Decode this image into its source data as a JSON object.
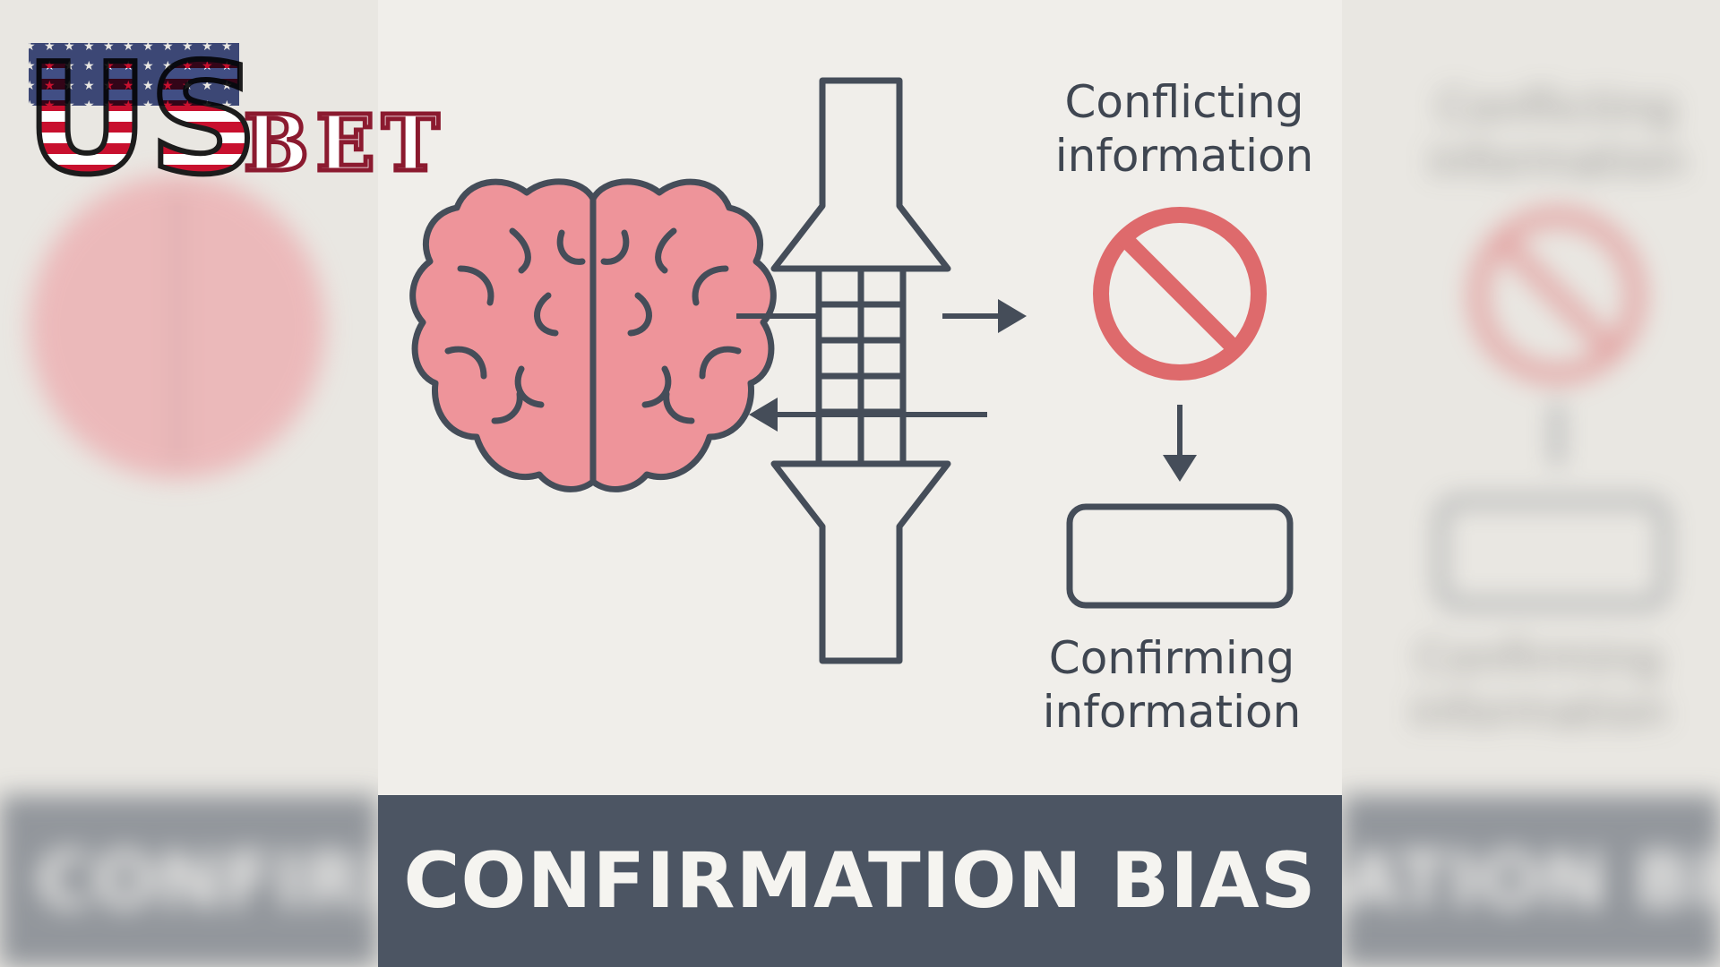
{
  "logo": {
    "us": "US",
    "bet": "BET"
  },
  "diagram": {
    "conflicting_line1": "Conflicting",
    "conflicting_line2": "information",
    "confirming_line1": "Confirming",
    "confirming_line2": "information"
  },
  "banner": {
    "title": "CONFIRMATION BIAS"
  },
  "colors": {
    "brain_fill": "#ee949a",
    "outline": "#454d59",
    "prohibit_red": "#de6a6c",
    "banner_bg": "#4c5563",
    "background": "#f0eeea"
  },
  "icons": [
    "brain-icon",
    "filter-funnel-icon",
    "prohibited-icon"
  ]
}
